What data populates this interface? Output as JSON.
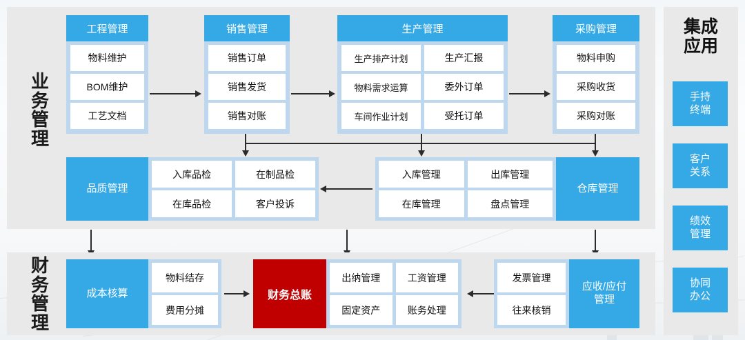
{
  "diagram": {
    "colors": {
      "accent_blue": "#34a9e6",
      "light_blue": "#bdd7ee",
      "panel_gray": "#e9e9e9",
      "highlight_red": "#c00000",
      "card_white": "#ffffff"
    },
    "panels": [
      {
        "id": "business",
        "label_chars": [
          "业",
          "务",
          "管",
          "理"
        ]
      },
      {
        "id": "finance",
        "label_chars": [
          "财",
          "务",
          "管",
          "理"
        ]
      }
    ],
    "business_row1": [
      {
        "id": "engineering",
        "title": "工程管理",
        "columns": 1,
        "items": [
          "物料维护",
          "BOM维护",
          "工艺文档"
        ]
      },
      {
        "id": "sales",
        "title": "销售管理",
        "columns": 1,
        "items": [
          "销售订单",
          "销售发货",
          "销售对账"
        ]
      },
      {
        "id": "production",
        "title": "生产管理",
        "columns": 2,
        "items": [
          "生产排产计划",
          "生产汇报",
          "物料需求运算",
          "委外订单",
          "车间作业计划",
          "受托订单"
        ]
      },
      {
        "id": "procurement",
        "title": "采购管理",
        "columns": 1,
        "items": [
          "物料申购",
          "采购收货",
          "采购对账"
        ]
      }
    ],
    "business_row2": [
      {
        "id": "quality",
        "title": "品质管理",
        "label_side": "left",
        "items": [
          "入库品检",
          "在制品检",
          "在库品检",
          "客户投诉"
        ]
      },
      {
        "id": "warehouse",
        "title": "仓库管理",
        "label_side": "right",
        "items": [
          "入库管理",
          "出库管理",
          "在库管理",
          "盘点管理"
        ]
      }
    ],
    "finance_row": [
      {
        "id": "cost-accounting",
        "title": "成本核算",
        "label_side": "left",
        "items": [
          "物料结存",
          "费用分摊"
        ]
      },
      {
        "id": "general-ledger",
        "title": "财务总账",
        "type": "highlight"
      },
      {
        "id": "ledger-functions",
        "type": "cards-only",
        "items": [
          "出纳管理",
          "工资管理",
          "固定资产",
          "账务处理"
        ]
      },
      {
        "id": "receivable-payable",
        "title_lines": [
          "应收/应付",
          "管理"
        ],
        "label_side": "right",
        "items": [
          "发票管理",
          "往来核销"
        ]
      }
    ],
    "rail": {
      "title_lines": [
        "集成",
        "应用"
      ],
      "tiles": [
        {
          "id": "handheld-terminal",
          "lines": [
            "手持",
            "终端"
          ]
        },
        {
          "id": "customer-relations",
          "lines": [
            "客户",
            "关系"
          ]
        },
        {
          "id": "performance-management",
          "lines": [
            "绩效",
            "管理"
          ]
        },
        {
          "id": "collaborative-office",
          "lines": [
            "协同",
            "办公"
          ]
        }
      ]
    }
  }
}
